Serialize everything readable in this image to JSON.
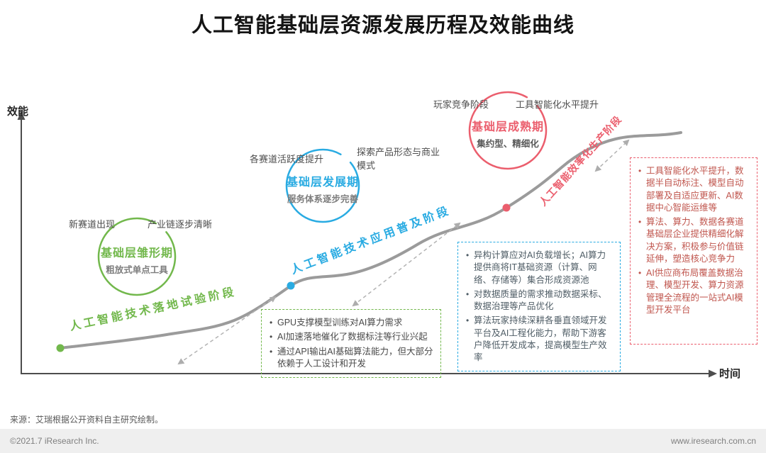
{
  "title": "人工智能基础层资源发展历程及效能曲线",
  "axes": {
    "y": "效能",
    "x": "时间"
  },
  "colors": {
    "green": "#72B84C",
    "blue": "#29ABE2",
    "red": "#EB5E6D",
    "curve": "#9B9B9B"
  },
  "stages": [
    {
      "name": "基础层雏形期",
      "desc": "粗放式单点工具",
      "phase": "人工智能技术落地试验阶段",
      "tags": [
        "新赛道出现",
        "产业链逐步清晰"
      ]
    },
    {
      "name": "基础层发展期",
      "desc": "服务体系逐步完善",
      "phase": "人工智能技术应用普及阶段",
      "tags": [
        "各赛道活跃度提升",
        "探索产品形态与商业模式"
      ]
    },
    {
      "name": "基础层成熟期",
      "desc": "集约型、精细化",
      "phase": "人工智能效率化生产阶段",
      "tags": [
        "玩家竞争阶段",
        "工具智能化水平提升"
      ]
    }
  ],
  "notes": [
    {
      "theme": "green",
      "items": [
        "GPU支撑模型训练对AI算力需求",
        "AI加速落地催化了数据标注等行业兴起",
        "通过API输出AI基础算法能力，但大部分依赖于人工设计和开发"
      ]
    },
    {
      "theme": "blue",
      "items": [
        "异构计算应对AI负载增长；AI算力提供商将IT基础资源（计算、网络、存储等）集合形成资源池",
        "对数据质量的需求推动数据采标、数据治理等产品优化",
        "算法玩家持续深耕各垂直领域开发平台及AI工程化能力，帮助下游客户降低开发成本，提高模型生产效率"
      ]
    },
    {
      "theme": "red",
      "items": [
        "工具智能化水平提升，数据半自动标注、模型自动部署及自适应更新、AI数据中心智能运维等",
        "算法、算力、数据各赛道基础层企业提供精细化解决方案，积极参与价值链延伸，塑造核心竞争力",
        "AI供应商布局覆盖数据治理、模型开发、算力资源管理全流程的一站式AI模型开发平台"
      ]
    }
  ],
  "footer": {
    "source": "来源：艾瑞根据公开资料自主研究绘制。",
    "copyright": "©2021.7 iResearch Inc.",
    "website": "www.iresearch.com.cn"
  }
}
